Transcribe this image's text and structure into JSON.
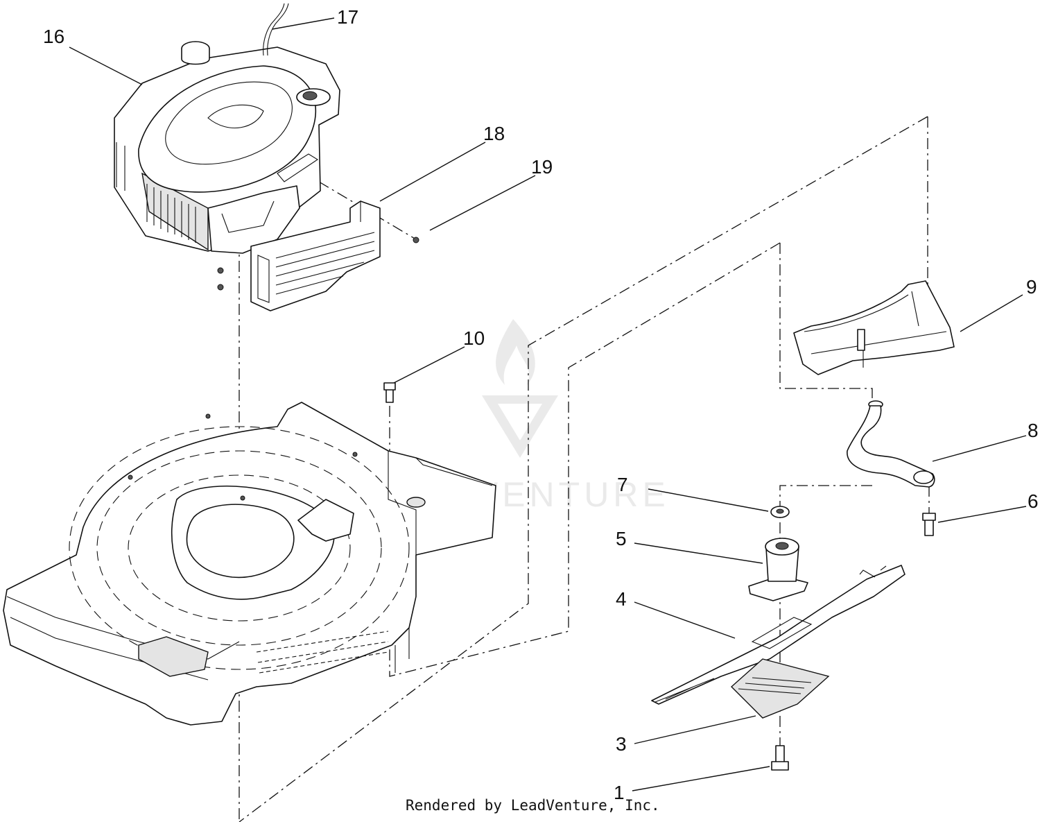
{
  "callouts": [
    {
      "id": "16",
      "label": "16"
    },
    {
      "id": "17",
      "label": "17"
    },
    {
      "id": "18",
      "label": "18"
    },
    {
      "id": "19",
      "label": "19"
    },
    {
      "id": "10",
      "label": "10"
    },
    {
      "id": "9",
      "label": "9"
    },
    {
      "id": "8",
      "label": "8"
    },
    {
      "id": "7",
      "label": "7"
    },
    {
      "id": "6",
      "label": "6"
    },
    {
      "id": "5",
      "label": "5"
    },
    {
      "id": "4",
      "label": "4"
    },
    {
      "id": "3",
      "label": "3"
    },
    {
      "id": "1",
      "label": "1"
    }
  ],
  "credit": "Rendered by LeadVenture, Inc.",
  "watermark": "LEADVENTURE"
}
